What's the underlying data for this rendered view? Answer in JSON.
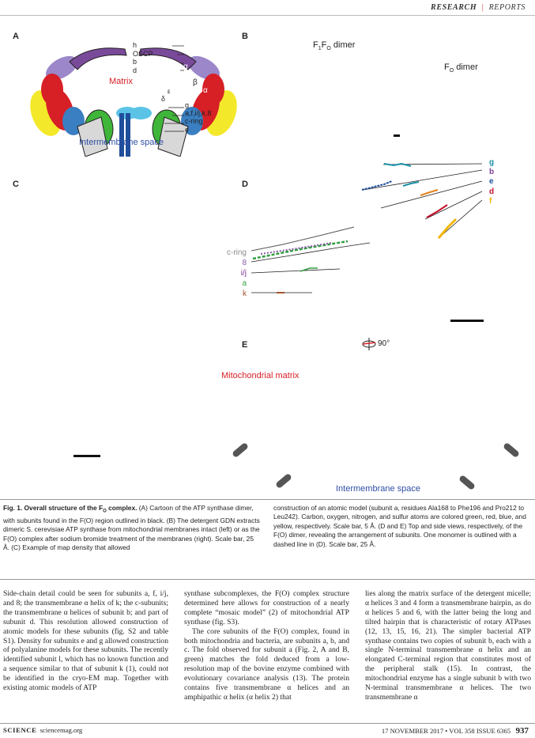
{
  "header": {
    "section": "RESEARCH",
    "separator": "|",
    "subsection": "REPORTS"
  },
  "panels": {
    "a": {
      "letter": "A",
      "labels": {
        "h": "h",
        "oscp": "OSCP",
        "b": "b",
        "d": "d",
        "g": "g",
        "afijk8": "a,f,i/j,k,8",
        "cring": "c-ring",
        "e": "e"
      },
      "matrix": "Matrix",
      "intermembrane": "Intermembrane space",
      "greek": {
        "alpha": "α",
        "beta": "β",
        "gamma": "γ",
        "delta": "δ",
        "epsilon": "ε"
      }
    },
    "b": {
      "letter": "B",
      "title_left_html": "F",
      "title_right": "dimer"
    },
    "c": {
      "letter": "C"
    },
    "d": {
      "letter": "D",
      "right_labels": [
        {
          "text": "g",
          "color": "#1b8fa6"
        },
        {
          "text": "b",
          "color": "#7b3f99"
        },
        {
          "text": "e",
          "color": "#1f4e9c"
        },
        {
          "text": "d",
          "color": "#c8102e"
        },
        {
          "text": "f",
          "color": "#f2b705"
        }
      ],
      "left_labels": [
        {
          "text": "c-ring",
          "color": "#8c8c8c"
        },
        {
          "text": "8",
          "color": "#8a5aa8"
        },
        {
          "text": "i/j",
          "color": "#7b2d8e"
        },
        {
          "text": "a",
          "color": "#2e9e3e"
        },
        {
          "text": "k",
          "color": "#a0522d"
        }
      ]
    },
    "e": {
      "letter": "E",
      "rotation": "90°",
      "matrix": "Mitochondrial matrix",
      "intermembrane": "Intermembrane space"
    }
  },
  "caption": {
    "lead": "Fig. 1. Overall structure of the F",
    "lead_sub": "O",
    "lead_end": " complex.",
    "col1": " (A) Cartoon of the ATP synthase dimer, with subunits found in the F(O) region outlined in black. (B) The detergent GDN extracts dimeric S. cerevisiae ATP synthase from mitochondrial membranes intact (left) or as the F(O) complex after sodium bromide treatment of the membranes (right). Scale bar, 25 Å. (C) Example of map density that allowed",
    "col2": "construction of an atomic model (subunit a, residues Ala168 to Phe196 and Pro212 to Leu242). Carbon, oxygen, nitrogen, and sulfur atoms are colored green, red, blue, and yellow, respectively. Scale bar, 5 Å. (D and E) Top and side views, respectively, of the F(O) dimer, revealing the arrangement of subunits. One monomer is outlined with a dashed line in (D). Scale bar, 25 Å."
  },
  "body": {
    "col1": "Side-chain detail could be seen for subunits a, f, i/j, and 8; the transmembrane α helix of k; the c-subunits; the transmembrane α helices of subunit b; and part of subunit d. This resolution allowed construction of atomic models for these subunits (fig. S2 and table S1). Density for subunits e and g allowed construction of polyalanine models for these subunits. The recently identified subunit l, which has no known function and a sequence similar to that of subunit k (1), could not be identified in the cryo-EM map. Together with existing atomic models of ATP",
    "col2a": "synthase subcomplexes, the F(O) complex structure determined here allows for construction of a nearly complete “mosaic model” (2) of mitochondrial ATP synthase (fig. S3).",
    "col2b": "The core subunits of the F(O) complex, found in both mitochondria and bacteria, are subunits a, b, and c. The fold observed for subunit a (Fig. 2, A and B, green) matches the fold deduced from a low-resolution map of the bovine enzyme combined with evolutionary covariance analysis (13). The protein contains five transmembrane α helices and an amphipathic α helix (α helix 2) that",
    "col3": "lies along the matrix surface of the detergent micelle; α helices 3 and 4 form a transmembrane hairpin, as do α helices 5 and 6, with the latter being the long and tilted hairpin that is characteristic of rotary ATPases (12, 13, 15, 16, 21). The simpler bacterial ATP synthase contains two copies of subunit b, each with a single N-terminal transmembrane α helix and an elongated C-terminal region that constitutes most of the peripheral stalk (15). In contrast, the mitochondrial enzyme has a single subunit b with two N-terminal transmembrane α helices. The two transmembrane α"
  },
  "footer": {
    "journal": "SCIENCE",
    "site": "sciencemag.org",
    "date": "17 NOVEMBER 2017 • VOL 358 ISSUE 6365",
    "page": "937"
  }
}
